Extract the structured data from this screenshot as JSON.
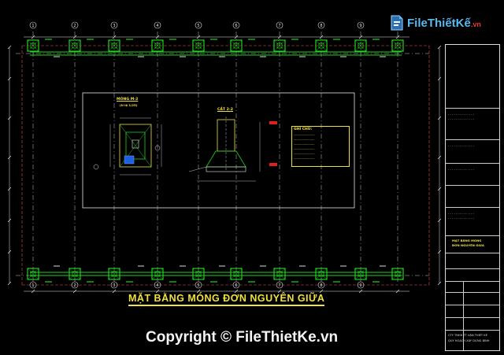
{
  "watermark": {
    "logo_text": "FileThiếtKế",
    "logo_domain": ".vn",
    "copyright": "Copyright © FileThietKe.vn"
  },
  "drawing": {
    "plan_title": "MẶT BẰNG MÓNG ĐƠN NGUYÊN GIỮA",
    "detail_left_title": "MÓNG M-2",
    "detail_left_scale": "(tỉ lệ 1/25)",
    "detail_right_title": "CẮT 2-2",
    "notes_title": "GHI CHÚ:",
    "grid_axes_bottom": [
      "1",
      "2",
      "3",
      "4",
      "5",
      "6",
      "7",
      "8",
      "9"
    ],
    "grid_axes_top": [
      "1",
      "2",
      "3",
      "4",
      "5",
      "6",
      "7",
      "8",
      "9"
    ],
    "colors": {
      "background": "#000000",
      "footing": "#20d020",
      "annotation": "#f0e040",
      "dimension": "#e8e8e8",
      "marker": "#e02020"
    }
  },
  "title_block": {
    "company_lines": [
      "CTY TNHH TT VẬN THIẾT KẾ",
      "QUY HOẠCH XÂY DỰNG BÌNH"
    ],
    "drawing_name": [
      "MẶT BẰNG MÓNG",
      "ĐƠN NGUYÊN GIỮA"
    ]
  }
}
